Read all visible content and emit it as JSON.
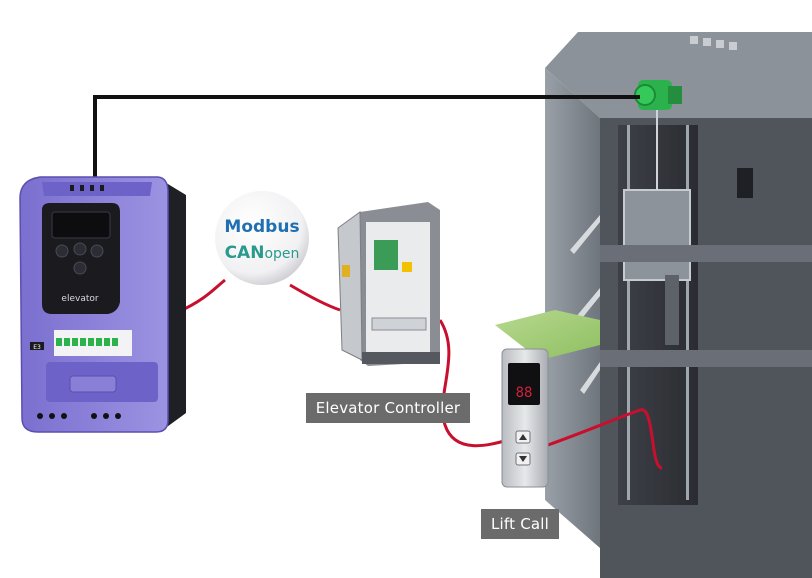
{
  "drive": {
    "brand_text": "elevator",
    "model_badge": "E3"
  },
  "protocols": {
    "modbus": "Modbus",
    "can_bold": "CAN",
    "can_light": "open"
  },
  "call_panel": {
    "display": "88"
  },
  "labels": {
    "controller": "Elevator Controller",
    "lift_call": "Lift Call"
  },
  "colors": {
    "drive_purple": "#8a7fd6",
    "drive_dark": "#2a2a33",
    "cable_black": "#111111",
    "cable_red": "#c8102e",
    "motor_green": "#2bb24c",
    "label_bg": "#6b6b6b",
    "modbus_blue": "#1f6fb2",
    "canopen_teal": "#2a9a8c"
  }
}
